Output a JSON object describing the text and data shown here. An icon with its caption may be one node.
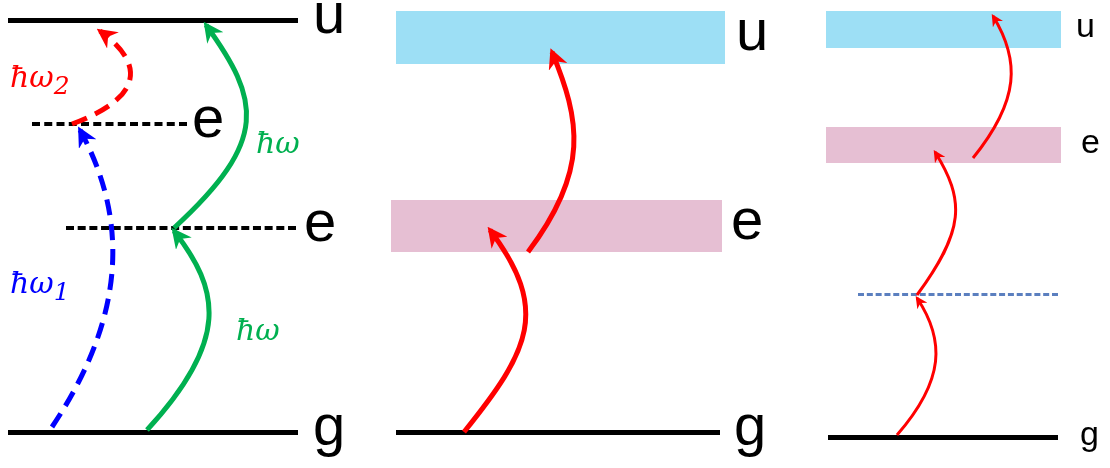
{
  "diagram": {
    "nodes": [
      {
        "text": [
          "u"
        ]
      },
      {
        "text": [
          "e"
        ]
      },
      {
        "text": [
          "e"
        ]
      },
      {
        "text": [
          "g"
        ]
      },
      {
        "text": [
          "u"
        ]
      },
      {
        "text": [
          "e"
        ]
      },
      {
        "text": [
          "g"
        ]
      },
      {
        "text": [
          "u"
        ]
      },
      {
        "text": [
          "e"
        ]
      },
      {
        "text": [],
        "shape": "line"
      },
      {
        "text": [
          "g"
        ]
      }
    ],
    "edges": [
      {
        "from": 3,
        "to": 1,
        "arrow": "to",
        "label": "ħω$_{1}$",
        "style": "dashed",
        "color": "#0000ff"
      },
      {
        "from": 1,
        "to": 0,
        "arrow": "to",
        "label": "ħω$_{2}$",
        "style": "dashed",
        "color": "#ff0000"
      },
      {
        "from": 3,
        "to": 2,
        "arrow": "to",
        "label": "ħω",
        "color": "#00b050"
      },
      {
        "from": 2,
        "to": 0,
        "arrow": "to",
        "label": "ħω",
        "color": "#00b050"
      },
      {
        "from": 6,
        "to": 5,
        "arrow": "to",
        "color": "#ff0000"
      },
      {
        "from": 5,
        "to": 4,
        "arrow": "to",
        "color": "#ff0000"
      },
      {
        "from": 10,
        "to": 9,
        "arrow": "to",
        "color": "#ff0000"
      },
      {
        "from": 9,
        "to": 8,
        "arrow": "to",
        "color": "#ff0000"
      },
      {
        "from": 8,
        "to": 7,
        "arrow": "to",
        "color": "#ff0000"
      }
    ]
  }
}
